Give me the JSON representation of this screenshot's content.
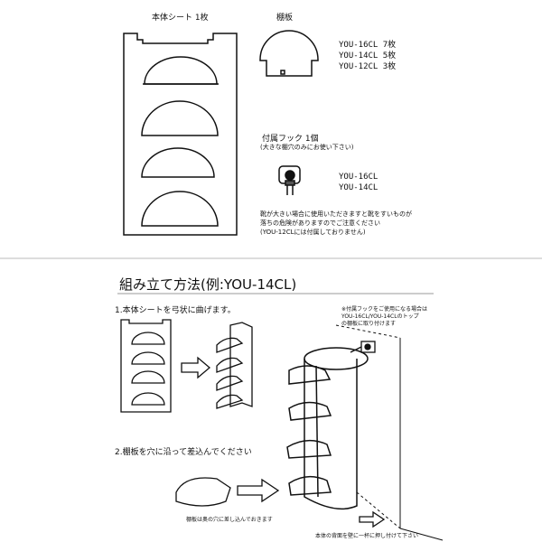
{
  "top": {
    "body_sheet_label": "本体シート  1枚",
    "shelf_label": "棚板",
    "shelf_counts": [
      "YOU-16CL  7枚",
      "YOU-14CL  5枚",
      "YOU-12CL  3枚"
    ],
    "hook_label": "付属フック  1個",
    "hook_note": "(大きな棚穴のみにお使い下さい)",
    "hook_models": [
      "YOU-16CL",
      "YOU-14CL"
    ],
    "warning_lines": [
      "靴が大きい場合に使用いただきますと靴をすいものが",
      "落ちの危険がありますのでご注意ください",
      "(YOU-12CLには付属しておりません)"
    ]
  },
  "assembly": {
    "title": "組み立て方法(例:YOU-14CL)",
    "step1": "1.本体シートを弓状に曲げます。",
    "step2": "2.棚板を穴に沿って差込んでください",
    "hook_tip_lines": [
      "※付属フックをご使用になる場合は",
      "YOU-16CL/YOU-14CLのトップ",
      "の棚板に取り付けます"
    ],
    "shelf_insert_note": "棚板は奥の穴に差し込んでおきます",
    "wall_note": "本体の背面を壁に一杯に押し付けて下さい"
  }
}
